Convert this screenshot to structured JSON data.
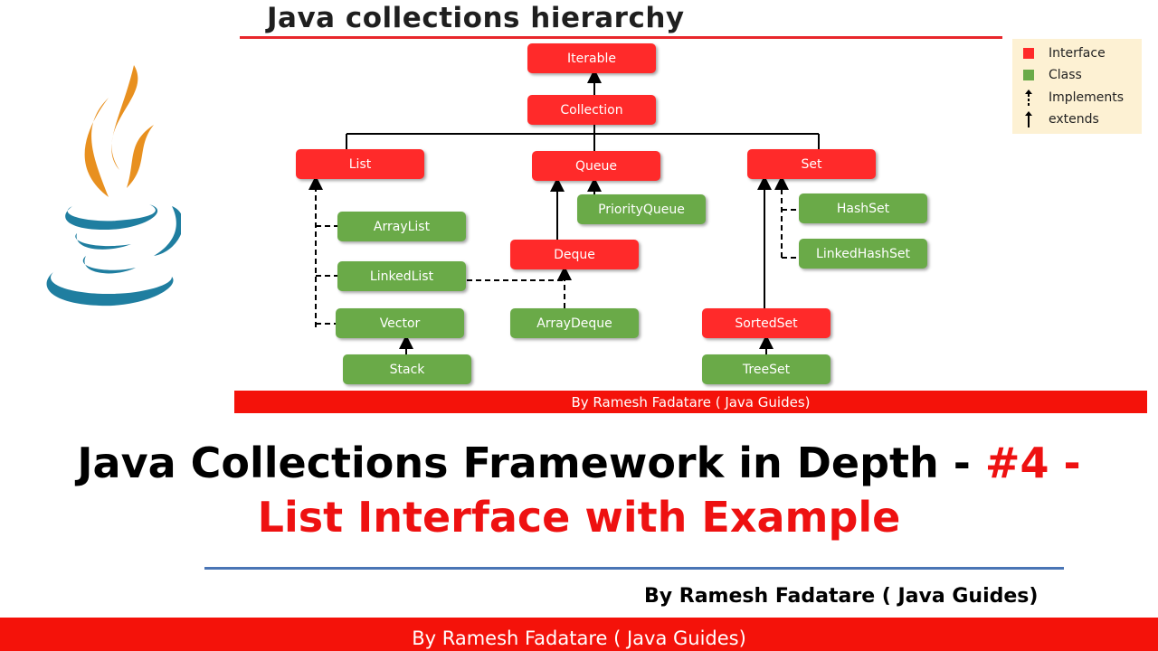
{
  "diagram": {
    "title": "Java collections hierarchy",
    "nodes": {
      "iterable": "Iterable",
      "collection": "Collection",
      "list": "List",
      "queue": "Queue",
      "set": "Set",
      "arraylist": "ArrayList",
      "linkedlist": "LinkedList",
      "vector": "Vector",
      "stack": "Stack",
      "priorityqueue": "PriorityQueue",
      "deque": "Deque",
      "arraydeque": "ArrayDeque",
      "hashset": "HashSet",
      "linkedhashset": "LinkedHashSet",
      "sortedset": "SortedSet",
      "treeset": "TreeSet"
    },
    "legend": {
      "interface": "Interface",
      "class": "Class",
      "implements": "Implements",
      "extends": "extends"
    },
    "credit": "By Ramesh Fadatare ( Java Guides)",
    "colors": {
      "interface": "#ff2a2a",
      "class": "#6aaa48",
      "legend_bg": "#fdf1d3"
    }
  },
  "headline": {
    "part1": "Java Collections Framework in Depth - ",
    "part2": "#4 -",
    "part3": "List Interface with Example"
  },
  "author": "By Ramesh Fadatare ( Java Guides)",
  "footer": "By Ramesh Fadatare ( Java Guides)",
  "logo": "java-logo"
}
